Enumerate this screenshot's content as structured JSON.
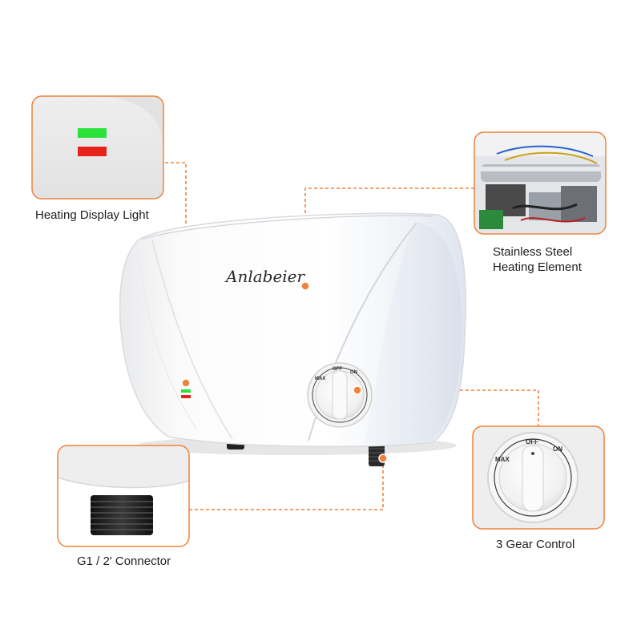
{
  "product": {
    "brand": "Anlabeier",
    "colors": {
      "accent": "#F0823C",
      "indicator_on": "#2BE13A",
      "indicator_heat": "#E5231B",
      "body": "#FFFFFF"
    }
  },
  "callouts": {
    "display_light": {
      "label": "Heating Display Light"
    },
    "heating_element": {
      "label_line1": "Stainless Steel",
      "label_line2": "Heating Element"
    },
    "connector": {
      "label": "G1 / 2' Connector"
    },
    "gear_control": {
      "label": "3 Gear Control"
    }
  },
  "dial": {
    "off": "OFF",
    "on": "ON",
    "max": "MAX"
  }
}
